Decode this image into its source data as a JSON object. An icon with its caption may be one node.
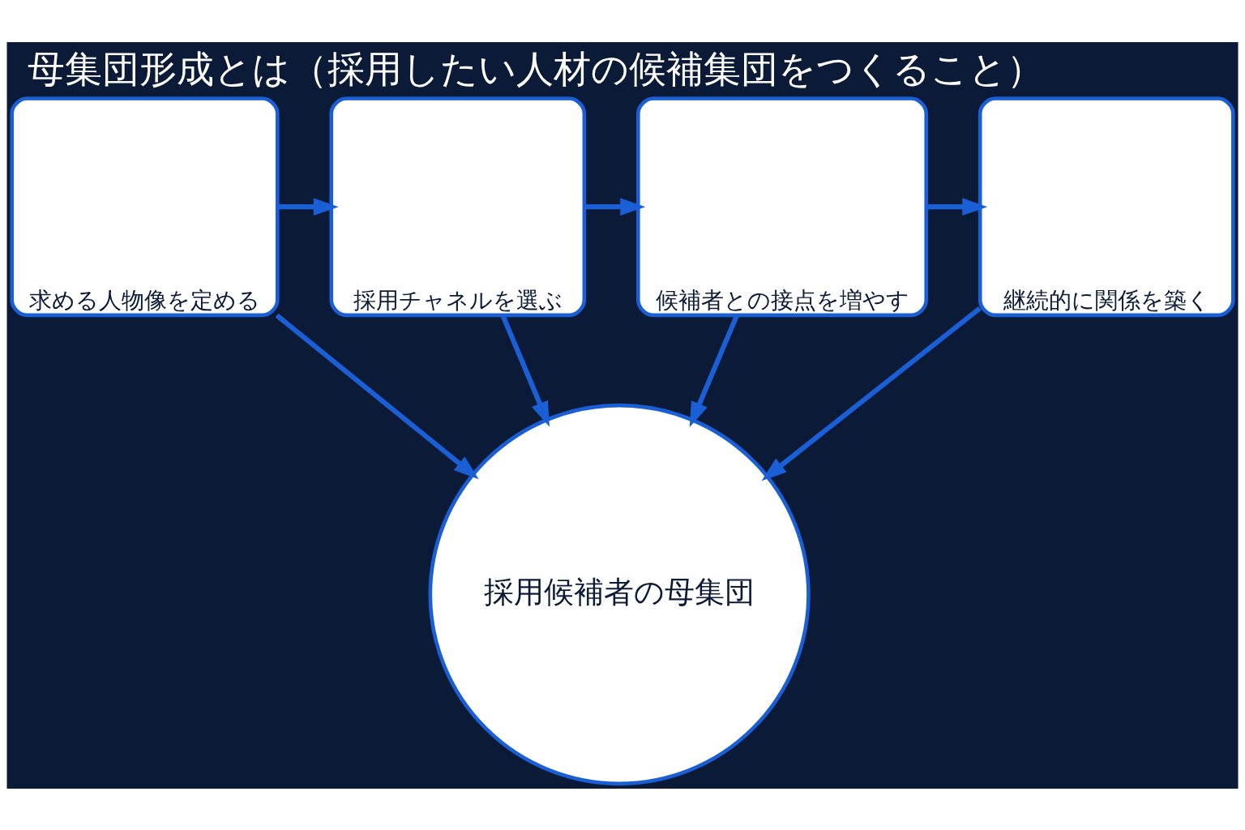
{
  "diagram": {
    "title": "母集団形成とは（採用したい人材の候補集団をつくること）",
    "nodes": [
      {
        "text": [
          "求める人物像を定める"
        ]
      },
      {
        "text": [
          "採用チャネルを選ぶ"
        ]
      },
      {
        "text": [
          "候補者との接点を増やす"
        ]
      },
      {
        "text": [
          "継続的に関係を築く"
        ]
      },
      {
        "text": [
          "採用候補者の母集団"
        ]
      }
    ],
    "edges": [
      {
        "from": 0,
        "to": 1,
        "arrow": "to"
      },
      {
        "from": 1,
        "to": 2,
        "arrow": "to"
      },
      {
        "from": 2,
        "to": 3,
        "arrow": "to"
      },
      {
        "from": 0,
        "to": 4,
        "arrow": "to"
      },
      {
        "from": 1,
        "to": 4,
        "arrow": "to"
      },
      {
        "from": 2,
        "to": 4,
        "arrow": "to"
      },
      {
        "from": 3,
        "to": 4,
        "arrow": "to"
      }
    ]
  }
}
